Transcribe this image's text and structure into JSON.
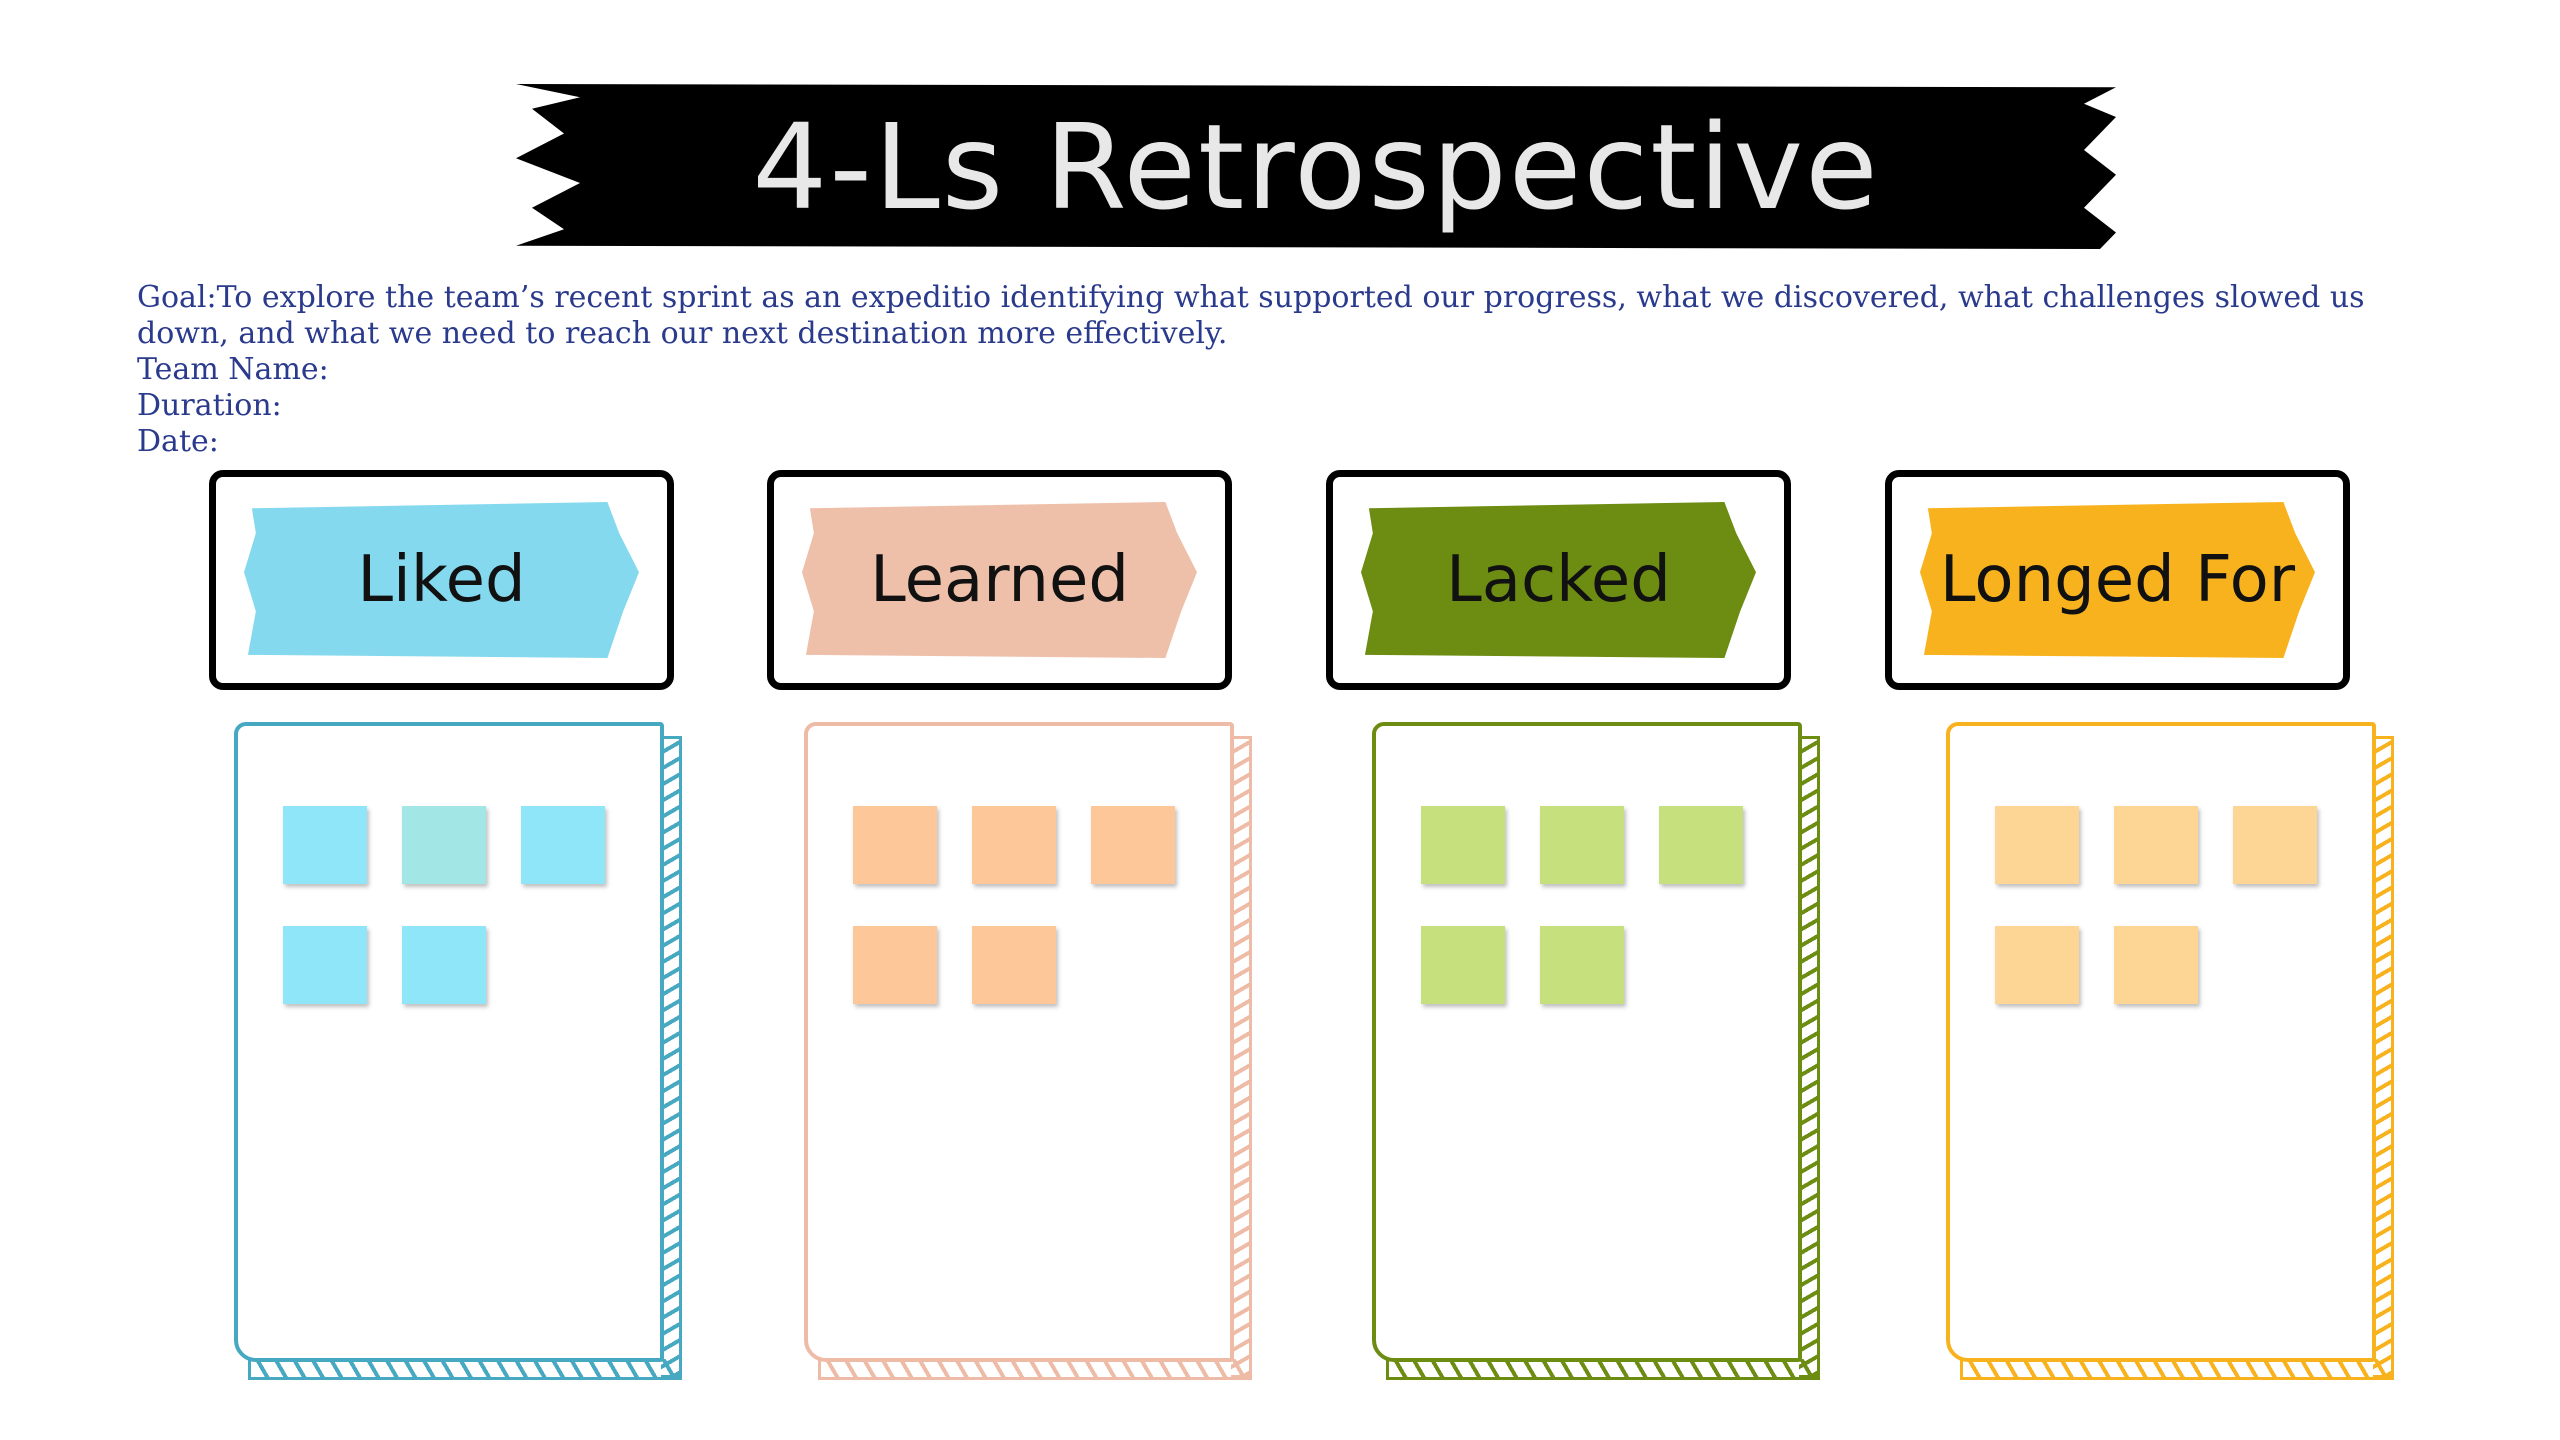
{
  "title": "4-Ls Retrospective",
  "info": {
    "goal": "Goal:To explore the team’s recent sprint as an expeditio identifying what supported our progress, what we discovered, what challenges slowed us down, and what we need to reach our next destination more effectively.",
    "team_name": "Team Name:",
    "duration": "Duration:",
    "date": "Date:"
  },
  "columns": [
    {
      "label": "Liked",
      "paint": "#84d9ee",
      "border": "#46a8c1",
      "notes": [
        "#8ee6f8",
        "#a2e6e6",
        "#8ee6f8",
        "#8ee6f8",
        "#8ee6f8"
      ]
    },
    {
      "label": "Learned",
      "paint": "#eec0aa",
      "border": "#eebba6",
      "notes": [
        "#fdc79a",
        "#fdc79a",
        "#fdc79a",
        "#fdc79a",
        "#fdc79a"
      ]
    },
    {
      "label": "Lacked",
      "paint": "#6c8c12",
      "border": "#6c8c12",
      "notes": [
        "#c5e07c",
        "#c5e07c",
        "#c5e07c",
        "#c5e07c",
        "#c5e07c"
      ]
    },
    {
      "label": "Longed For",
      "paint": "#f8b21d",
      "border": "#f8b21d",
      "notes": [
        "#fdd595",
        "#fdd595",
        "#fdd595",
        "#fdd595",
        "#fdd595"
      ]
    }
  ]
}
